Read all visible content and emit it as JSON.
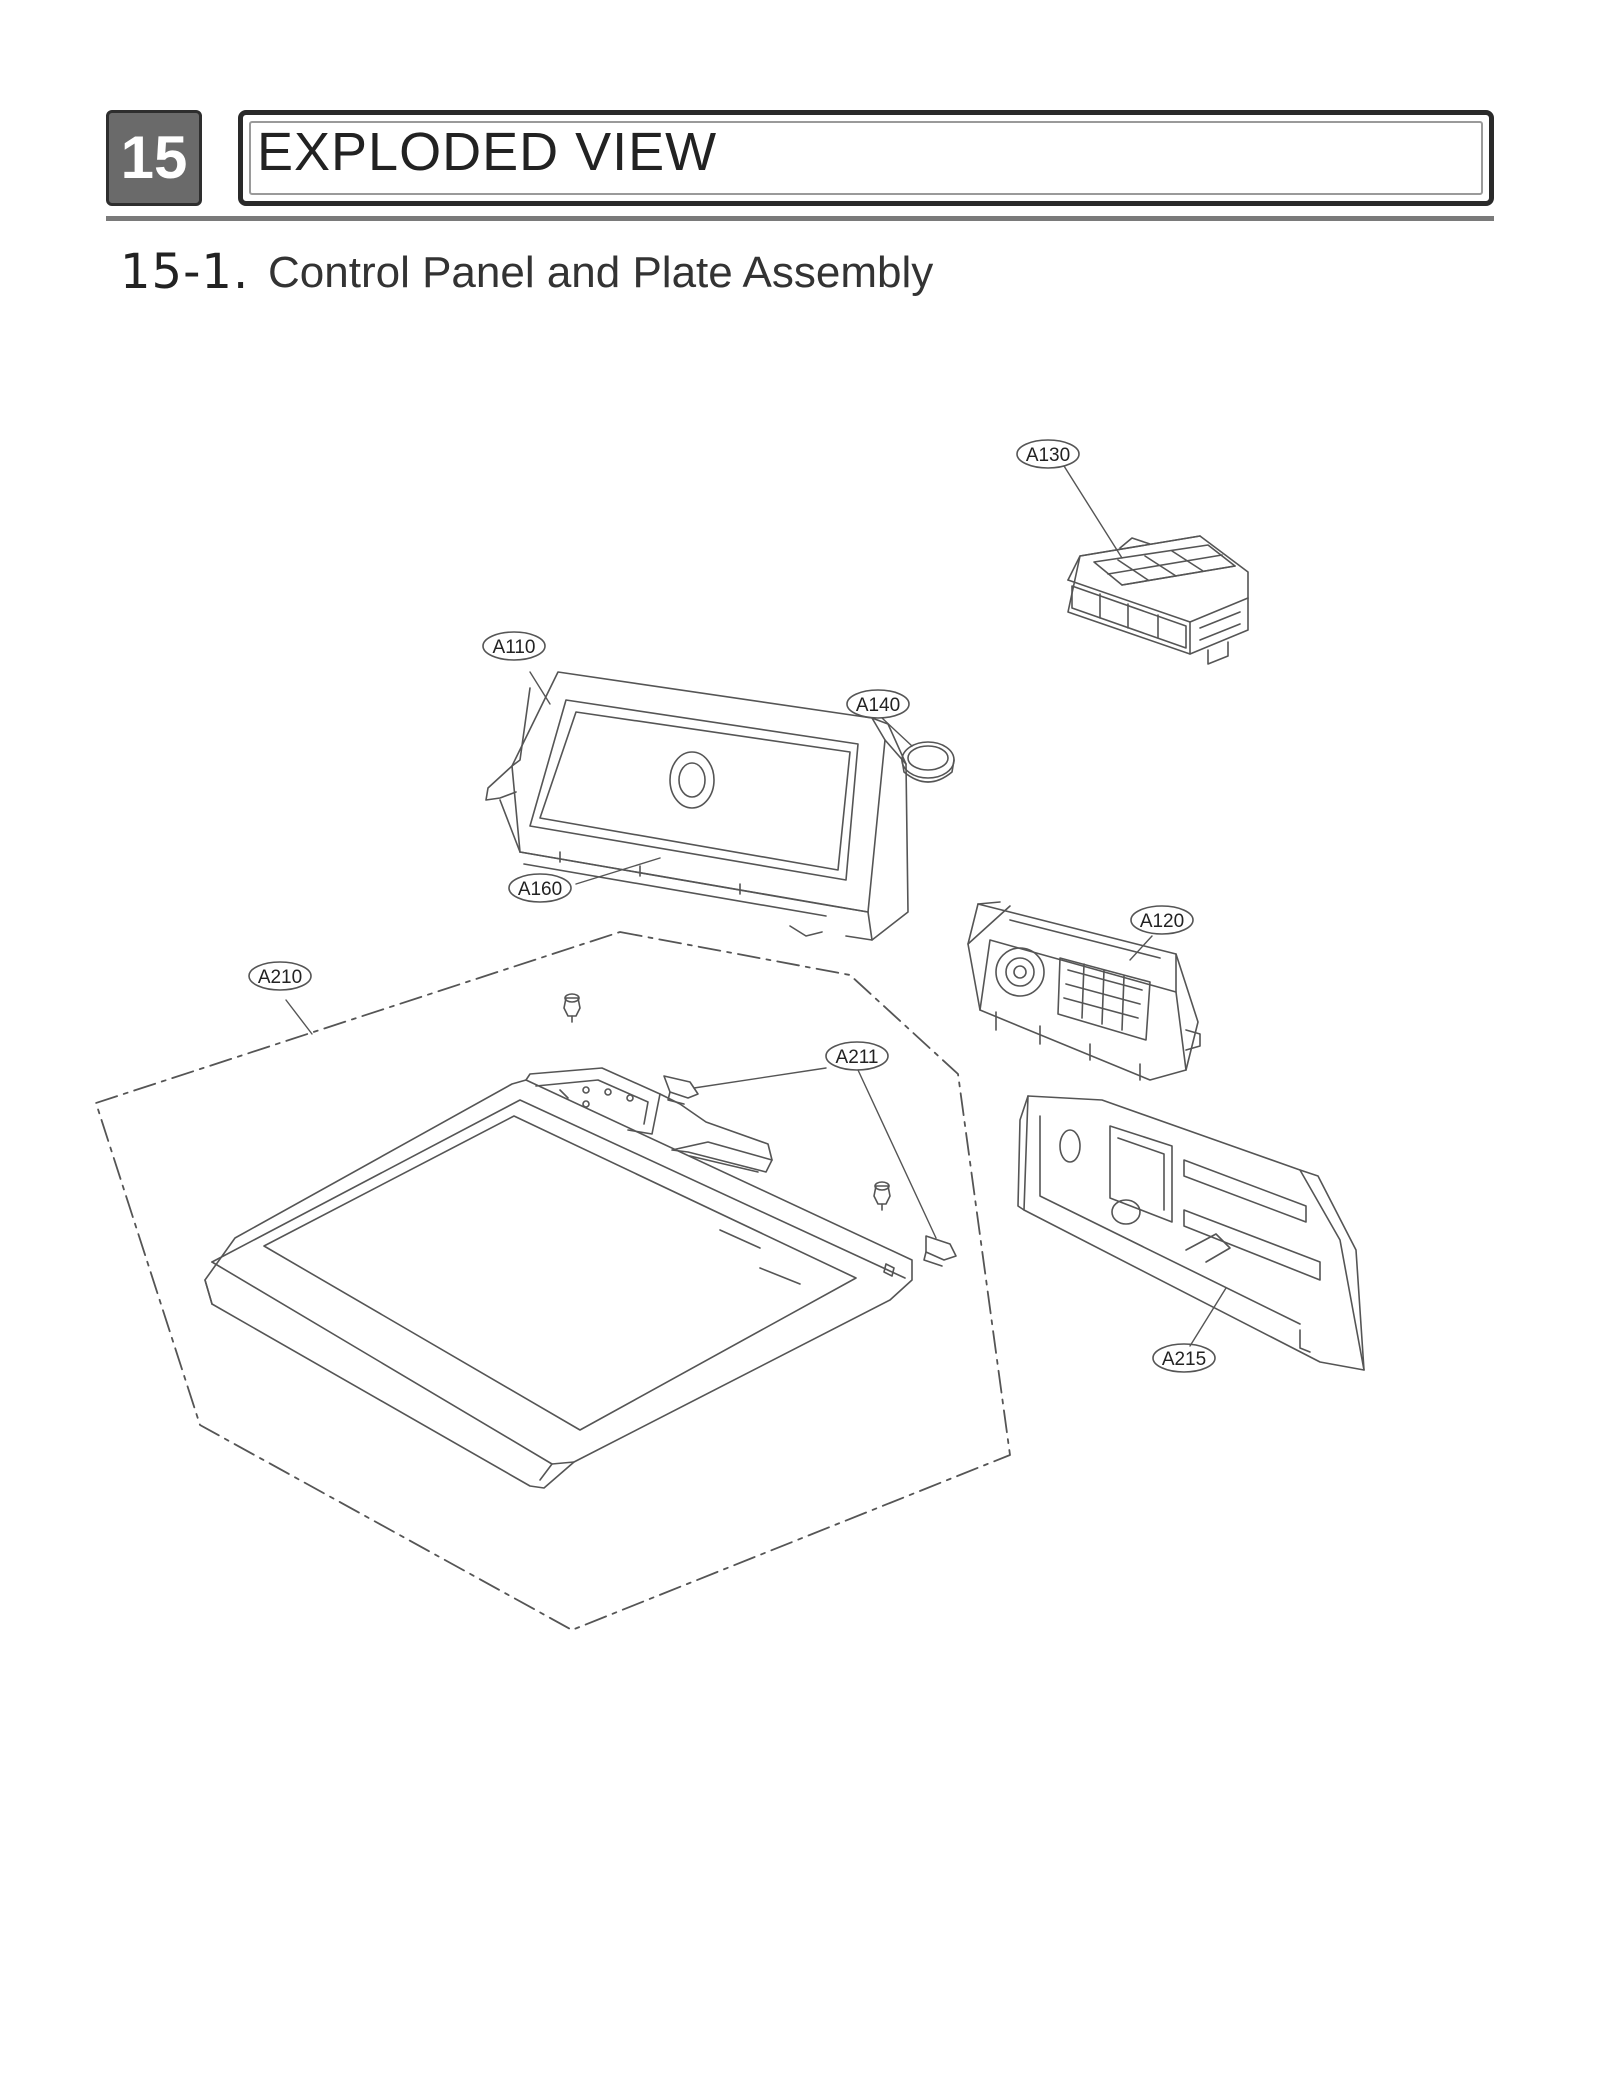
{
  "header": {
    "chapter_number": "15",
    "chapter_title": "EXPLODED VIEW",
    "section_number": "15-1.",
    "section_title": "Control Panel and Plate Assembly"
  },
  "callouts": {
    "a110": "A110",
    "a120": "A120",
    "a130": "A130",
    "a140": "A140",
    "a160": "A160",
    "a210": "A210",
    "a211": "A211",
    "a215": "A215"
  },
  "colors": {
    "line": "#555555",
    "chapter_box": "#6a6a6a"
  }
}
